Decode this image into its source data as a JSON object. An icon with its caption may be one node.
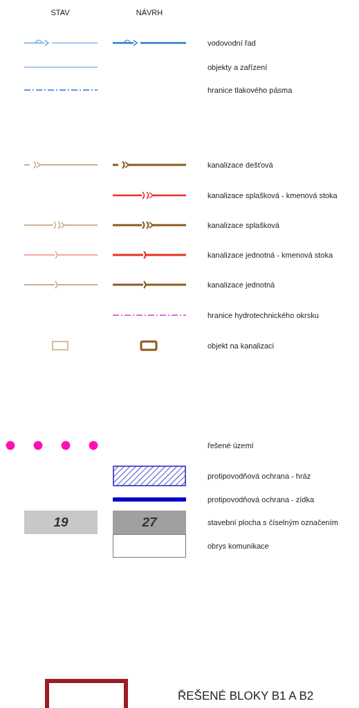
{
  "diagram": {
    "labels": [
      "STAV",
      "NÁVRH",
      "19",
      "27"
    ],
    "legend": [
      {
        "text": "vodovodní řad"
      },
      {
        "text": "objekty a zařízení"
      },
      {
        "text": "hranice tlakového pásma"
      },
      {
        "text": "kanalizace dešťová"
      },
      {
        "text": "kanalizace splašková - kmenová stoka"
      },
      {
        "text": "kanalizace splašková"
      },
      {
        "text": "kanalizace jednotná - kmenová stoka"
      },
      {
        "text": "kanalizace jednotná"
      },
      {
        "text": "hranice hydrotechnického okrsku"
      },
      {
        "text": "objekt na kanalizaci"
      },
      {
        "text": "řešené území"
      },
      {
        "text": "protipovodňová ochrana - hráz"
      },
      {
        "text": "protipovodňová ochrana - zídka"
      },
      {
        "text": "stavební plocha s číselným označením"
      },
      {
        "text": "obrys komunikace"
      },
      {
        "text": "ŘEŠENÉ BLOKY B1 A B2"
      }
    ]
  }
}
